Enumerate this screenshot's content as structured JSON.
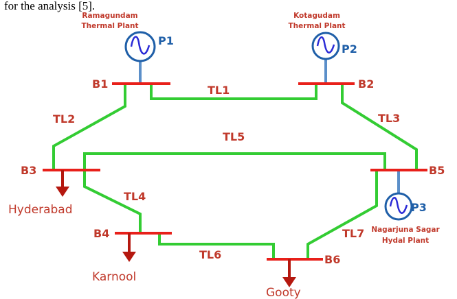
{
  "caption": "for the analysis [5].",
  "generators": [
    {
      "id": "P1",
      "plant_line1": "Ramagundam",
      "plant_line2": "Thermal Plant"
    },
    {
      "id": "P2",
      "plant_line1": "Kotagudam",
      "plant_line2": "Thermal Plant"
    },
    {
      "id": "P3",
      "plant_line1": "Nagarjuna Sagar",
      "plant_line2": "Hydal Plant"
    }
  ],
  "buses": [
    "B1",
    "B2",
    "B3",
    "B4",
    "B5",
    "B6"
  ],
  "lines": [
    "TL1",
    "TL2",
    "TL3",
    "TL4",
    "TL5",
    "TL6",
    "TL7"
  ],
  "loads": [
    "Hyderabad",
    "Karnool",
    "Gooty"
  ],
  "colors": {
    "bus": "#e8201a",
    "line": "#33cc33",
    "generator": "#1f5fa8",
    "load": "#b5180f",
    "label": "#c0392b"
  }
}
